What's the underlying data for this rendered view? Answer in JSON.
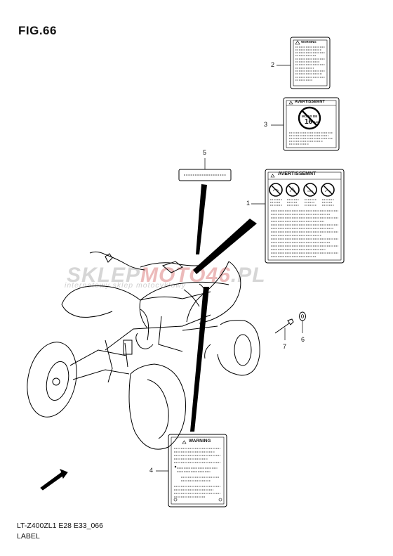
{
  "figure": {
    "title": "FIG.66",
    "code": "LT-Z400ZL1  E28  E33_066",
    "section": "LABEL"
  },
  "watermark": {
    "part1": "SKLEP",
    "part2": "MOTO46",
    "part3": ".PL",
    "sub": "internetowy sklep motocyklowy"
  },
  "callouts": [
    {
      "id": "1",
      "text": "1"
    },
    {
      "id": "2",
      "text": "2"
    },
    {
      "id": "3",
      "text": "3"
    },
    {
      "id": "4",
      "text": "4"
    },
    {
      "id": "5",
      "text": "5"
    },
    {
      "id": "6",
      "text": "6"
    },
    {
      "id": "7",
      "text": "7"
    }
  ],
  "labels": {
    "label1_title": "AVERTISSEMNT",
    "label2_title": "WARNING",
    "label3_title": "AVERTISSEMNT",
    "label3_badge_top": "MOINS DE",
    "label3_badge_num": "16",
    "label3_badge_unit": "ANS",
    "label4_title": "WARNING"
  },
  "fwd": "FWD"
}
